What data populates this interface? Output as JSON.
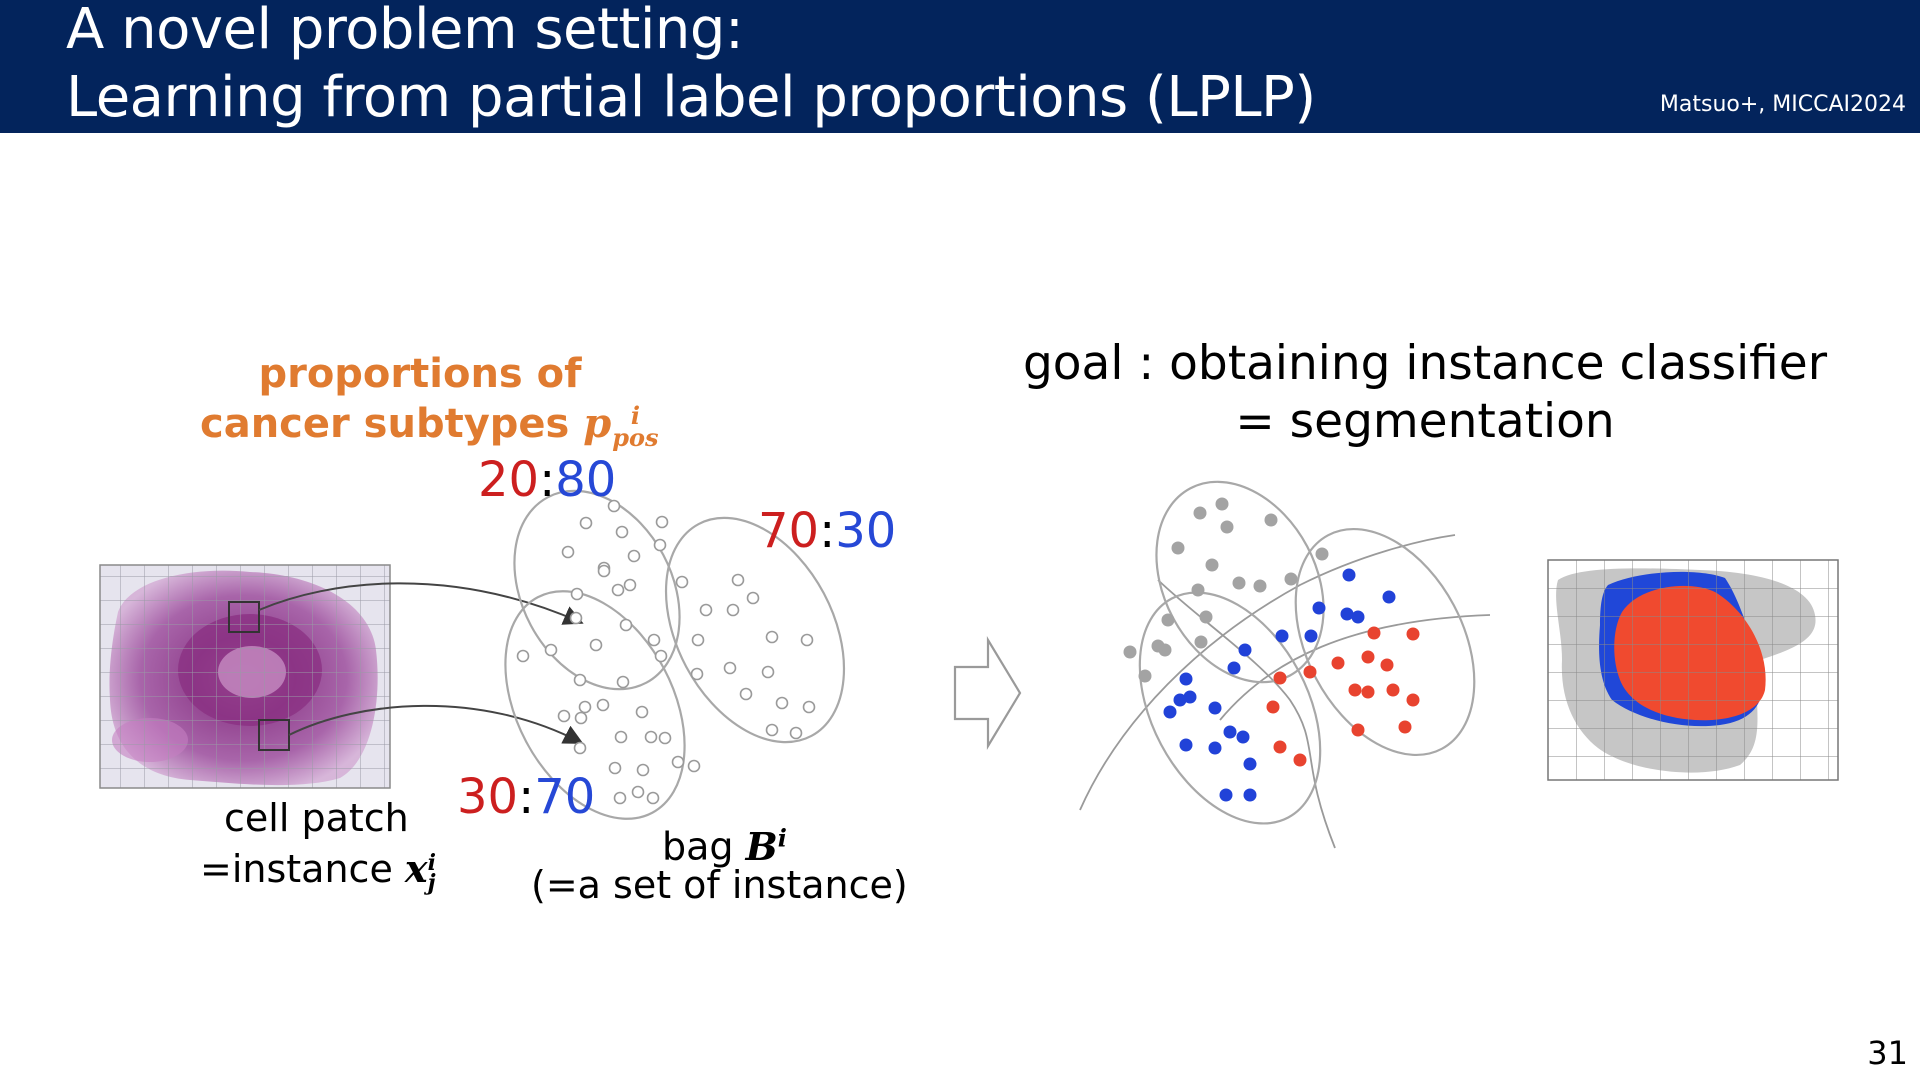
{
  "header": {
    "title_line1": "A novel problem setting:",
    "title_line2": "Learning from partial label proportions (LPLP)",
    "citation": "Matsuo+, MICCAI2024",
    "background_color": "#03245c"
  },
  "proportions": {
    "line1": "proportions of",
    "line2": "cancer subtypes",
    "symbol": "p",
    "superscript": "i",
    "subscript": "pos",
    "color": "#e07b30"
  },
  "ratios": {
    "bag_top": {
      "left": "20",
      "sep": ":",
      "right": "80"
    },
    "bag_right": {
      "left": "70",
      "sep": ":",
      "right": "30"
    },
    "bag_bottom": {
      "left": "30",
      "sep": ":",
      "right": "70"
    },
    "red": "#cc1f1f",
    "blue": "#2648d6"
  },
  "cell_patch": {
    "line1": "cell patch",
    "line2": "=instance",
    "symbol": "x",
    "superscript": "i",
    "subscript": "j"
  },
  "bag": {
    "line1": "bag",
    "symbol": "B",
    "superscript": "i",
    "line2": "(=a set of instance)"
  },
  "goal": {
    "line1": "goal : obtaining instance classifier",
    "line2": "= segmentation"
  },
  "icons": {
    "arrow": "right-arrow-outline-icon",
    "tissue": "tissue-slide-image",
    "segmentation": "segmentation-result-image"
  },
  "colors": {
    "gray_point": "#a3a3a3",
    "blue_point": "#2142d8",
    "red_point": "#e8432f"
  },
  "page_number": "31"
}
